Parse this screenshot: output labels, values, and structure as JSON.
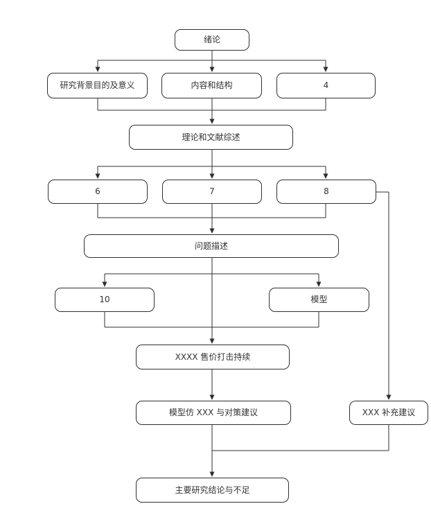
{
  "diagram": {
    "type": "flowchart",
    "accent_color": "#2f2f2f",
    "background_color": "#ffffff",
    "nodes": {
      "intro": {
        "label": "绪论"
      },
      "background": {
        "label": "研究背景目的及意义"
      },
      "content": {
        "label": "内容和结构"
      },
      "node4": {
        "label": "4"
      },
      "literature": {
        "label": "理论和文献综述"
      },
      "node6": {
        "label": "6"
      },
      "node7": {
        "label": "7"
      },
      "node8": {
        "label": "8"
      },
      "problem": {
        "label": "问题描述"
      },
      "node10": {
        "label": "10"
      },
      "model": {
        "label": "模型"
      },
      "price": {
        "label": "XXXX 售价打击持续"
      },
      "simulation": {
        "label": "模型仿 XXX 与对策建议"
      },
      "supplement": {
        "label": "XXX 补充建议"
      },
      "conclusion": {
        "label": "主要研究结论与不足"
      }
    },
    "edges": [
      {
        "from": "intro",
        "to": "background"
      },
      {
        "from": "intro",
        "to": "content"
      },
      {
        "from": "intro",
        "to": "node4"
      },
      {
        "from": "background",
        "to": "literature"
      },
      {
        "from": "content",
        "to": "literature"
      },
      {
        "from": "node4",
        "to": "literature"
      },
      {
        "from": "literature",
        "to": "node6"
      },
      {
        "from": "literature",
        "to": "node7"
      },
      {
        "from": "literature",
        "to": "node8"
      },
      {
        "from": "node6",
        "to": "problem"
      },
      {
        "from": "node7",
        "to": "problem"
      },
      {
        "from": "node8",
        "to": "problem"
      },
      {
        "from": "node8",
        "to": "supplement"
      },
      {
        "from": "problem",
        "to": "node10"
      },
      {
        "from": "problem",
        "to": "model"
      },
      {
        "from": "problem",
        "to": "price"
      },
      {
        "from": "node10",
        "to": "price"
      },
      {
        "from": "model",
        "to": "price"
      },
      {
        "from": "price",
        "to": "simulation"
      },
      {
        "from": "simulation",
        "to": "conclusion"
      },
      {
        "from": "supplement",
        "to": "conclusion"
      }
    ]
  }
}
